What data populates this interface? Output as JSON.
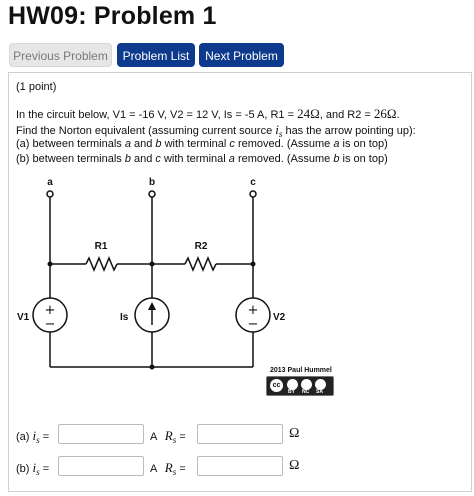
{
  "header": {
    "title": "HW09: Problem 1"
  },
  "nav": {
    "previous": "Previous Problem",
    "list": "Problem List",
    "next": "Next Problem"
  },
  "problem": {
    "points": "(1 point)",
    "line1": {
      "a": "In the circuit below, V1 = -16 V, V2 = 12 V, Is = -5 A, R1 = ",
      "r1": "24Ω",
      "b": ", and R2 = ",
      "r2": "26Ω",
      "c": "."
    },
    "line2": {
      "a": "Find the Norton equivalent (assuming current source ",
      "sym": "i",
      "sub": "s",
      "b": " has the arrow pointing up):"
    },
    "line3": {
      "a": "(a) between terminals ",
      "t1": "a",
      "b": " and ",
      "t2": "b",
      "c": " with terminal ",
      "t3": "c",
      "d": " removed. (Assume ",
      "t4": "a",
      "e": " is on top)"
    },
    "line4": {
      "a": "(b) between terminals ",
      "t1": "b",
      "b": " and ",
      "t2": "c",
      "c": " with terminal ",
      "t3": "a",
      "d": " removed. (Assume ",
      "t4": "b",
      "e": " is on top)"
    }
  },
  "circuit": {
    "terminals": [
      "a",
      "b",
      "c"
    ],
    "r1": "R1",
    "r2": "R2",
    "v1": "V1",
    "is": "Is",
    "v2": "V2",
    "plus": "+",
    "minus": "−"
  },
  "license": {
    "credit": "2013 Paul Hummel",
    "cc": "cc",
    "by": "BY",
    "nc": "NC",
    "sa": "SA"
  },
  "answers": {
    "a": {
      "prefix": "(a) ",
      "sym": "i",
      "sub": "s",
      "eq": " =",
      "unit1": "A",
      "rsym": "R",
      "rsub": "s",
      "req": " =",
      "unit2": "Ω",
      "i_value": "",
      "r_value": ""
    },
    "b": {
      "prefix": "(b) ",
      "sym": "i",
      "sub": "s",
      "eq": " =",
      "unit1": "A",
      "rsym": "R",
      "rsub": "s",
      "req": " =",
      "unit2": "Ω",
      "i_value": "",
      "r_value": ""
    }
  }
}
